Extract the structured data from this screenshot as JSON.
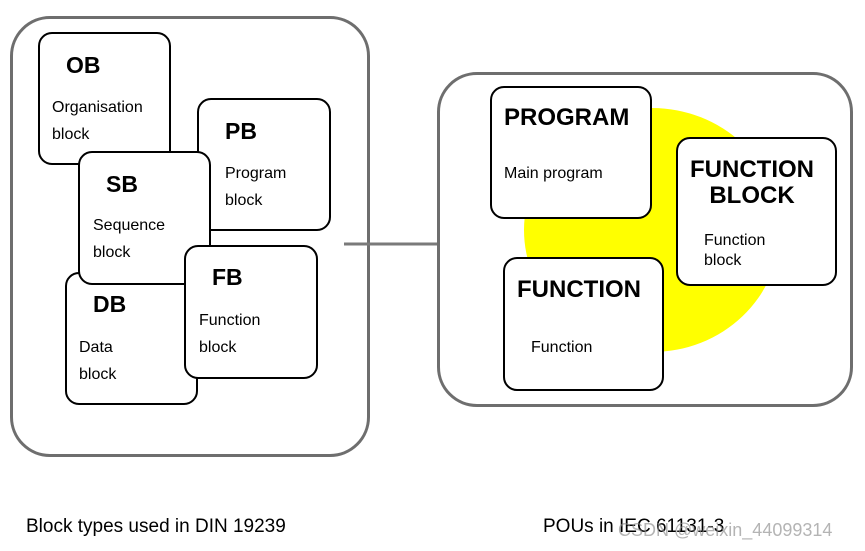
{
  "colors": {
    "group_border": "#6e6e6e",
    "block_border": "#000000",
    "highlight": "#ffff00",
    "arrow": "#7a7a7a"
  },
  "din_blocks": {
    "ob": {
      "abbr": "OB",
      "desc": [
        "Organisation",
        "block"
      ]
    },
    "pb": {
      "abbr": "PB",
      "desc": [
        "Program",
        "block"
      ]
    },
    "sb": {
      "abbr": "SB",
      "desc": [
        "Sequence",
        "block"
      ]
    },
    "db": {
      "abbr": "DB",
      "desc": [
        "Data",
        "block"
      ]
    },
    "fb": {
      "abbr": "FB",
      "desc": [
        "Function",
        "block"
      ]
    }
  },
  "pous": {
    "program": {
      "title": "PROGRAM",
      "desc": "Main program"
    },
    "function_block": {
      "title": [
        "FUNCTION",
        "BLOCK"
      ],
      "desc": [
        "Function",
        "block"
      ]
    },
    "function": {
      "title": "FUNCTION",
      "desc": "Function"
    }
  },
  "captions": {
    "left": "Block types used in DIN 19239",
    "right": "POUs in IEC 61131-3"
  },
  "watermark": "CSDN @weixin_44099314"
}
